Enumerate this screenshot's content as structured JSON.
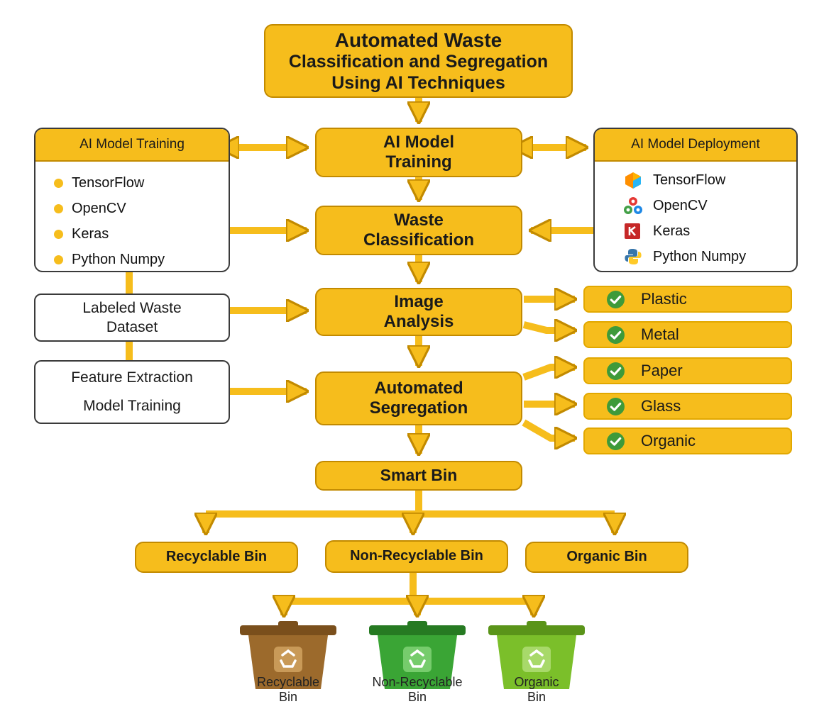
{
  "title": [
    "Automated Waste",
    "Classification and Segregation",
    "Using AI Techniques"
  ],
  "nodes": {
    "training": "AI Model Training",
    "classification": "Waste Classification",
    "analysis": "Image Analysis",
    "segregation": "Automated Segregation",
    "smart_bin": "Smart Bin"
  },
  "left_panel": {
    "header": "AI Model Training",
    "items": [
      "TensorFlow",
      "OpenCV",
      "Keras",
      "Python Numpy"
    ]
  },
  "right_panel": {
    "header": "AI Model Deployment",
    "items": [
      {
        "label": "TensorFlow",
        "icon": "tensorflow-logo-icon"
      },
      {
        "label": "OpenCV",
        "icon": "opencv-logo-icon"
      },
      {
        "label": "Keras",
        "icon": "keras-logo-icon"
      },
      {
        "label": "Python Numpy",
        "icon": "python-logo-icon"
      }
    ]
  },
  "dataset_box": [
    "Labeled Waste",
    "Dataset"
  ],
  "feature_box": [
    "Feature Extraction",
    "Model Training"
  ],
  "categories": [
    "Plastic",
    "Metal",
    "Paper",
    "Glass",
    "Organic"
  ],
  "bins": [
    "Recyclable Bin",
    "Non-Recyclable Bin",
    "Organic Bin"
  ],
  "bin_icons": [
    {
      "label": "Recyclable\nBin",
      "color": "#9c6a2c"
    },
    {
      "label": "Non-Recyclable\nBin",
      "color": "#3aa535"
    },
    {
      "label": "Organic\nBin",
      "color": "#7bbf2a"
    }
  ],
  "colors": {
    "accent": "#f6bd1c",
    "accent_border": "#c28a00",
    "check": "#3e9a3a"
  }
}
